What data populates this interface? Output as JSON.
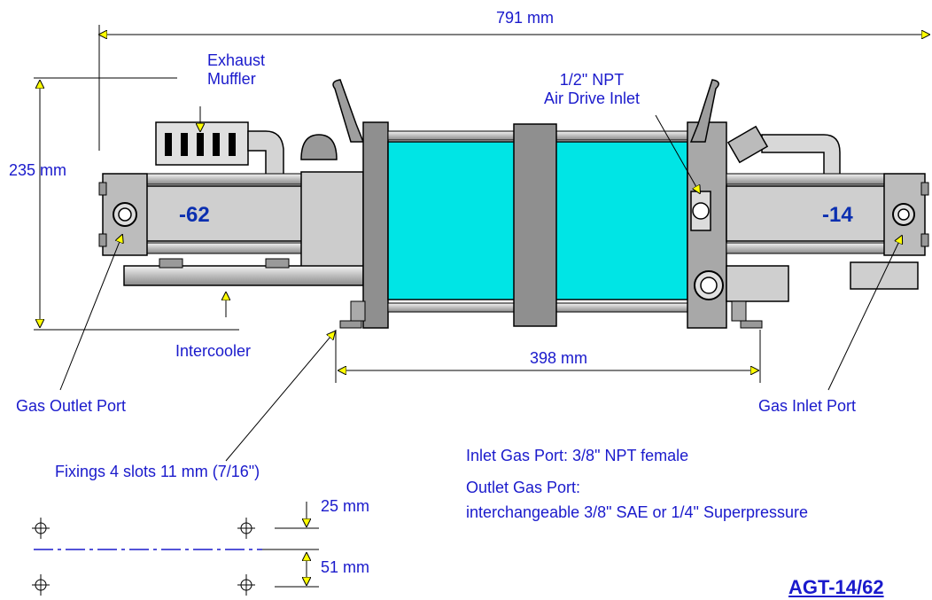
{
  "dimensions": {
    "overall_length": "791 mm",
    "height": "235 mm",
    "slot_spacing": "398 mm",
    "slot_offset_small": "25 mm",
    "slot_offset_large": "51 mm"
  },
  "callouts": {
    "exhaust_muffler": "Exhaust\nMuffler",
    "air_drive_inlet": "1/2\" NPT\nAir Drive Inlet",
    "intercooler": "Intercooler",
    "gas_outlet_port": "Gas Outlet Port",
    "gas_inlet_port": "Gas Inlet Port",
    "fixings": "Fixings 4 slots 11 mm (7/16\")"
  },
  "stage_labels": {
    "left": "-62",
    "right": "-14"
  },
  "notes": {
    "inlet": "Inlet Gas Port: 3/8\" NPT female",
    "outlet_title": "Outlet Gas Port:",
    "outlet_detail": "interchangeable 3/8\" SAE or 1/4\" Superpressure"
  },
  "model": "AGT-14/62",
  "colors": {
    "label": "#1a1acc",
    "cylinder": "#00e5e5",
    "body_gray": "#c8c8c8",
    "plate_gray": "#8c8c8c"
  }
}
